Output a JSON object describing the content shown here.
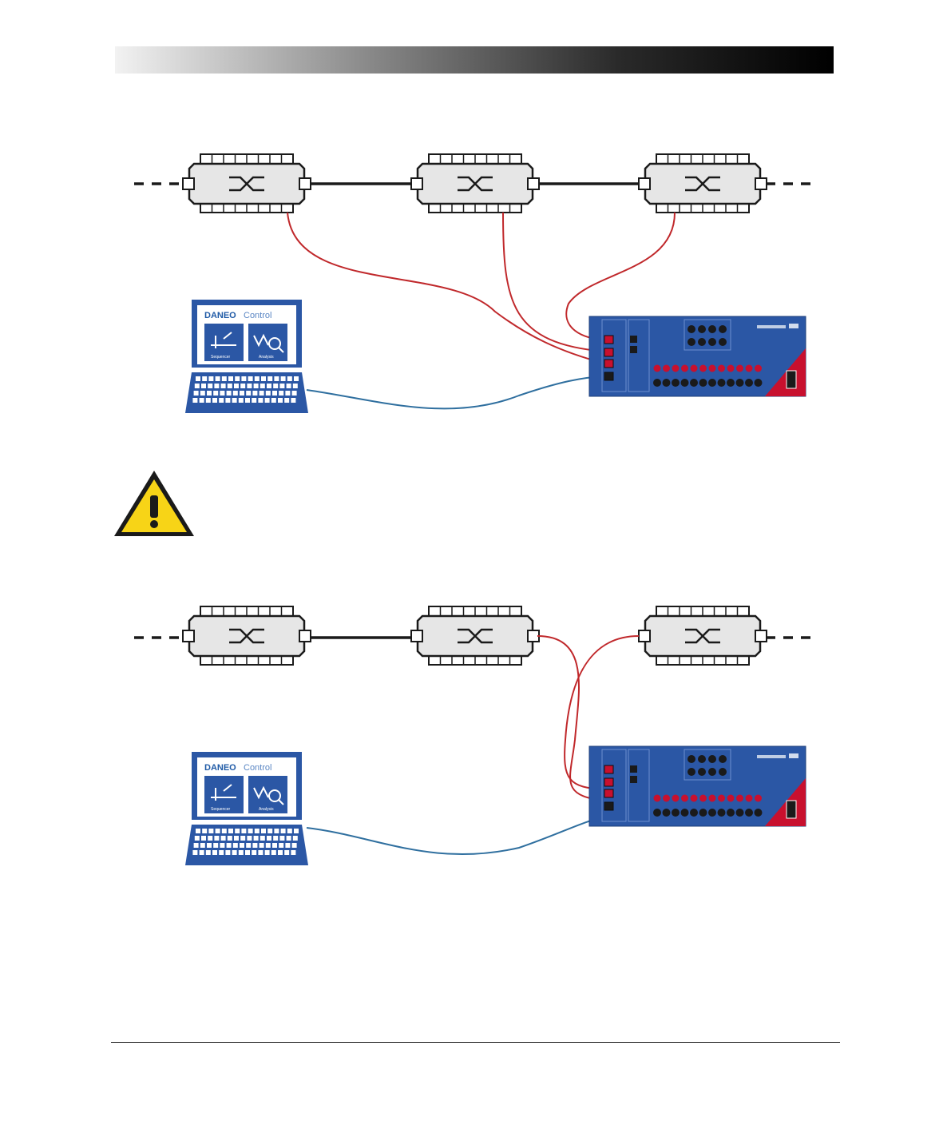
{
  "page": {
    "header_bar": "gradient-bar",
    "footer_rule": "rule"
  },
  "software": {
    "brand": "DANEO",
    "product": "Control",
    "tile_left": "Sequencer",
    "tile_right": "Analysis"
  },
  "warning": {
    "icon": "warning-triangle-icon"
  },
  "colors": {
    "test_cable": "#c0282b",
    "pc_cable": "#2f6f9f",
    "device_blue": "#2b57a5",
    "device_red": "#c8102e",
    "switch_fill": "#e6e6e6",
    "warning_yellow": "#f7d417"
  },
  "diagrams": [
    {
      "id": "diagram-1",
      "description_key": "hub-connected-to-three-switches"
    },
    {
      "id": "diagram-2",
      "description_key": "hub-inserted-between-switches"
    }
  ]
}
